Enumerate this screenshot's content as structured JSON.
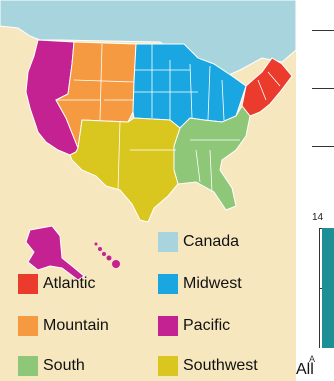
{
  "legend": [
    {
      "label": "Canada",
      "color": "#a7d4dd"
    },
    {
      "label": "Atlantic",
      "color": "#ea3b2c"
    },
    {
      "label": "Midwest",
      "color": "#1aa6e1"
    },
    {
      "label": "Mountain",
      "color": "#f59a40"
    },
    {
      "label": "Pacific",
      "color": "#c42192"
    },
    {
      "label": "South",
      "color": "#8dc777"
    },
    {
      "label": "Southwest",
      "color": "#d9c61f"
    }
  ],
  "colors": {
    "map_background": "#f6e7bf",
    "canada": "#a7d4dd",
    "ocean": "#f6e7bf",
    "state_border": "#ffffff"
  },
  "chart_strip": {
    "top_label": "14",
    "small_label": "A",
    "big_label": "All"
  }
}
